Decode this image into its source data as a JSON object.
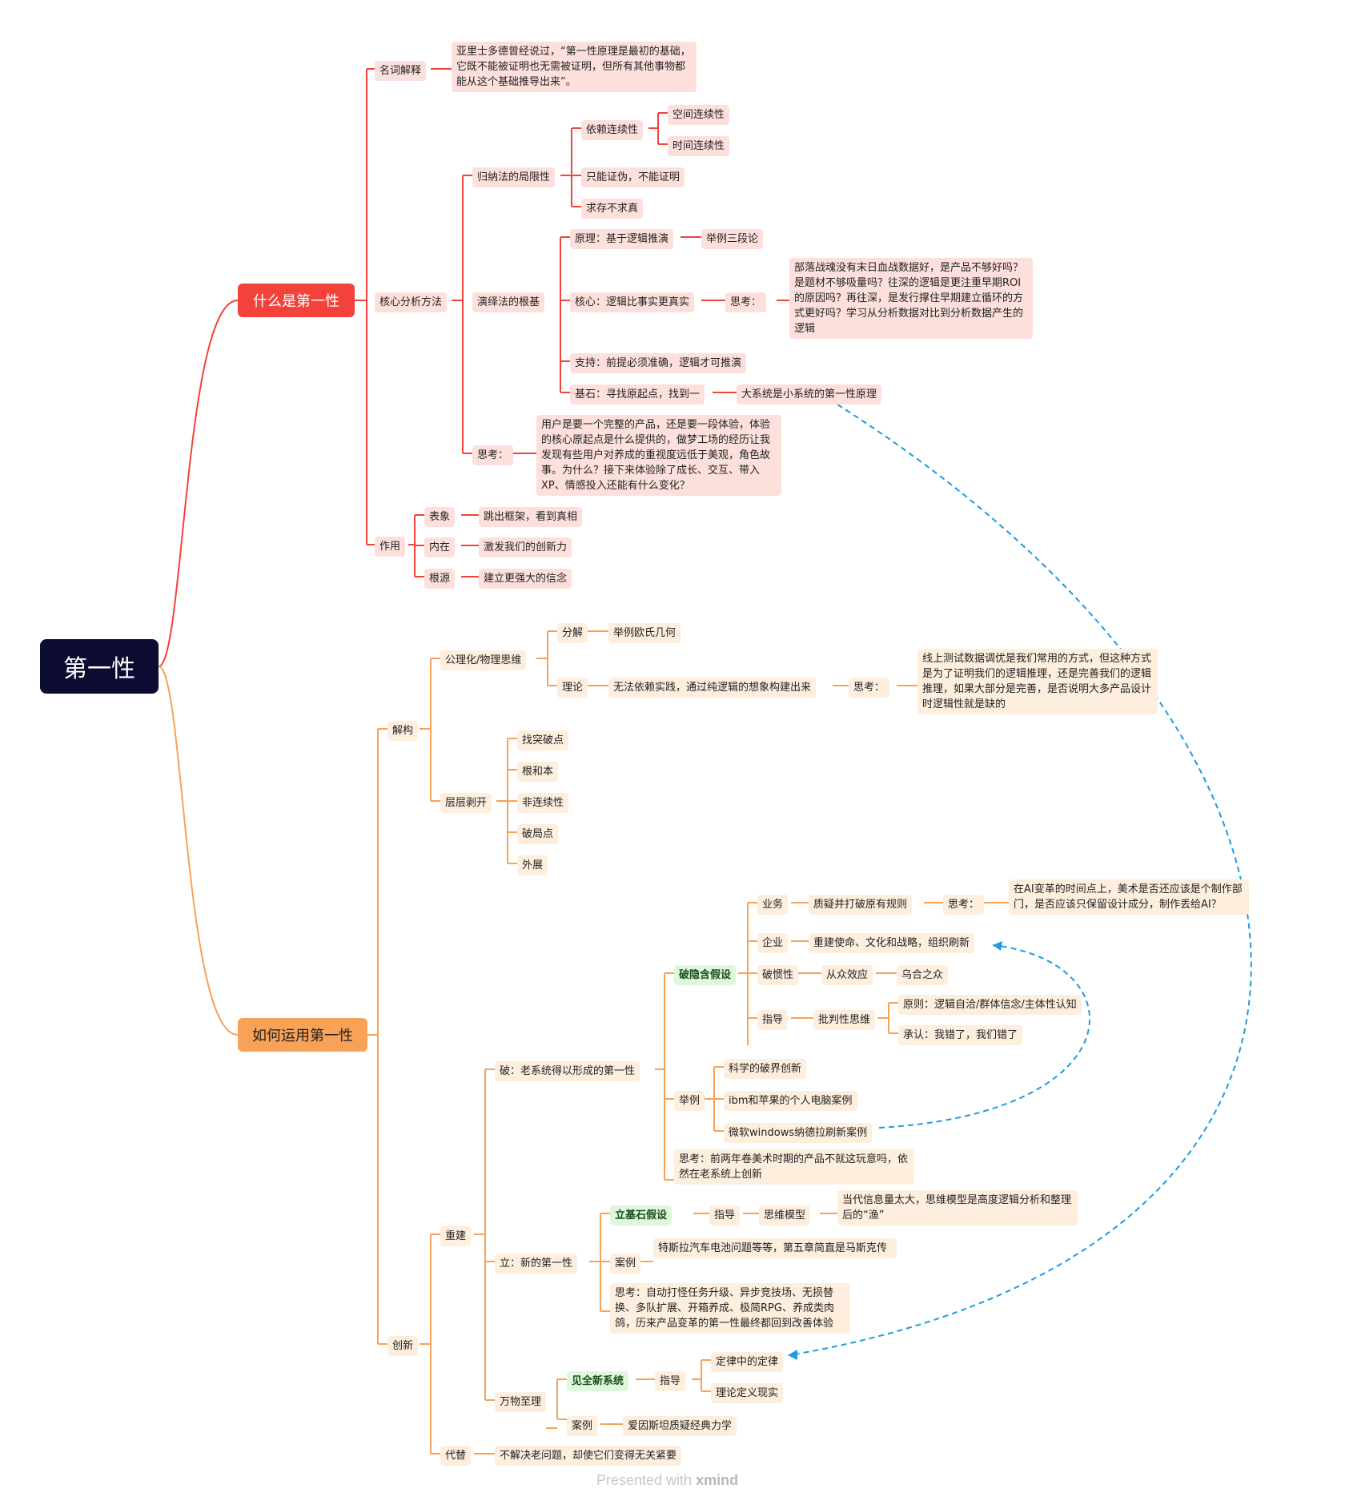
{
  "root": "第一性",
  "footer": {
    "prefix": "Presented with",
    "brand": "xmind"
  },
  "b1": {
    "title": "什么是第一性",
    "mingci": "名词解释",
    "mingci_def": "亚里士多德曾经说过，“第一性原理是最初的基础，它既不能被证明也无需被证明，但所有其他事物都能从这个基础推导出来”。",
    "hexin": "核心分析方法",
    "guina": "归纳法的局限性",
    "yilai": "依赖连续性",
    "kongjian": "空间连续性",
    "shijian": "时间连续性",
    "zhineng": "只能证伪，不能证明",
    "qiucun": "求存不求真",
    "yanyi": "演绎法的根基",
    "yuanli": "原理：基于逻辑推演",
    "juli3": "举例三段论",
    "hexinluoji": "核心：逻辑比事实更真实",
    "sikao": "思考：",
    "sikao_text": "部落战魂没有末日血战数据好，是产品不够好吗？是题材不够吸量吗？往深的逻辑是更注重早期ROI的原因吗？再往深，是发行撑住早期建立循环的方式更好吗？学习从分析数据对比到分析数据产生的逻辑",
    "zhichi": "支持：前提必须准确，逻辑才可推演",
    "jishi": "基石：寻找原起点，找到一",
    "daxitong": "大系统是小系统的第一性原理",
    "sikao2": "思考：",
    "sikao2_text": "用户是要一个完整的产品，还是要一段体验，体验的核心原起点是什么提供的，做梦工场的经历让我发现有些用户对养成的重视度远低于美观，角色故事。为什么？接下来体验除了成长、交互、带入XP、情感投入还能有什么变化？",
    "zuoyong": "作用",
    "biaoxiang": "表象",
    "tiaochu": "跳出框架，看到真相",
    "neizai": "内在",
    "jifa": "激发我们的创新力",
    "genyuan": "根源",
    "jianli": "建立更强大的信念"
  },
  "b2": {
    "title": "如何运用第一性",
    "jiegou": "解构",
    "gongli": "公理化/物理思维",
    "fenjie": "分解",
    "oushi": "举例欧氏几何",
    "lilun": "理论",
    "wufa": "无法依赖实践，通过纯逻辑的想象构建出来",
    "sikao": "思考：",
    "sikao_text": "线上测试数据调优是我们常用的方式，但这种方式是为了证明我们的逻辑推理，还是完善我们的逻辑推理，如果大部分是完善，是否说明大多产品设计时逻辑性就是缺的",
    "cengceng": "层层剥开",
    "items": [
      "找突破点",
      "根和本",
      "非连续性",
      "破局点",
      "外展"
    ],
    "chuangxin": "创新",
    "chongjian": "重建",
    "po": "破：老系统得以形成的第一性",
    "poyin": "破隐含假设",
    "yewu": "业务",
    "zhiyi": "质疑并打破原有规则",
    "sikao_yw": "思考：",
    "sikao_yw_text": "在AI变革的时间点上，美术是否还应该是个制作部门，是否应该只保留设计成分，制作丢给AI？",
    "qiye": "企业",
    "chongjian_sm": "重建使命、文化和战略，组织刷新",
    "poguan": "破惯性",
    "congzhong": "从众效应",
    "wuhe": "乌合之众",
    "zhidao": "指导",
    "pipan": "批判性思维",
    "yuanze": "原则：逻辑自洽/群体信念/主体性认知",
    "chengren": "承认：我错了，我们错了",
    "juli": "举例",
    "kexue": "科学的破界创新",
    "ibm": "ibm和苹果的个人电脑案例",
    "weiruan": "微软windows纳德拉刷新案例",
    "sikao_po": "思考：前两年卷美术时期的产品不就这玩意吗，依然在老系统上创新",
    "li": "立：新的第一性",
    "lijishi": "立基石假设",
    "zhidao2": "指导",
    "siwei": "思维模型",
    "siwei_text": "当代信息量太大，思维模型是高度逻辑分析和整理后的“渔”",
    "anli": "案例",
    "tesila": "特斯拉汽车电池问题等等，第五章简直是马斯克传",
    "sikao_li": "思考：自动打怪任务升级、异步竞技场、无损替换、多队扩展、开箱养成、极简RPG、养成类肉鸽，历来产品变革的第一性最终都回到改善体验",
    "wanwu": "万物至理",
    "jianquan": "见全新系统",
    "zhidao3": "指导",
    "dinglv": "定律中的定律",
    "lilundingyi": "理论定义现实",
    "anli2": "案例",
    "aiyinsitan": "爱因斯坦质疑经典力学",
    "tidai": "代替",
    "bujiejue": "不解决老问题，却使它们变得无关紧要"
  },
  "colors": {
    "red": "#f3423a",
    "orange": "#f7a257",
    "dashed": "#1e9be0"
  }
}
